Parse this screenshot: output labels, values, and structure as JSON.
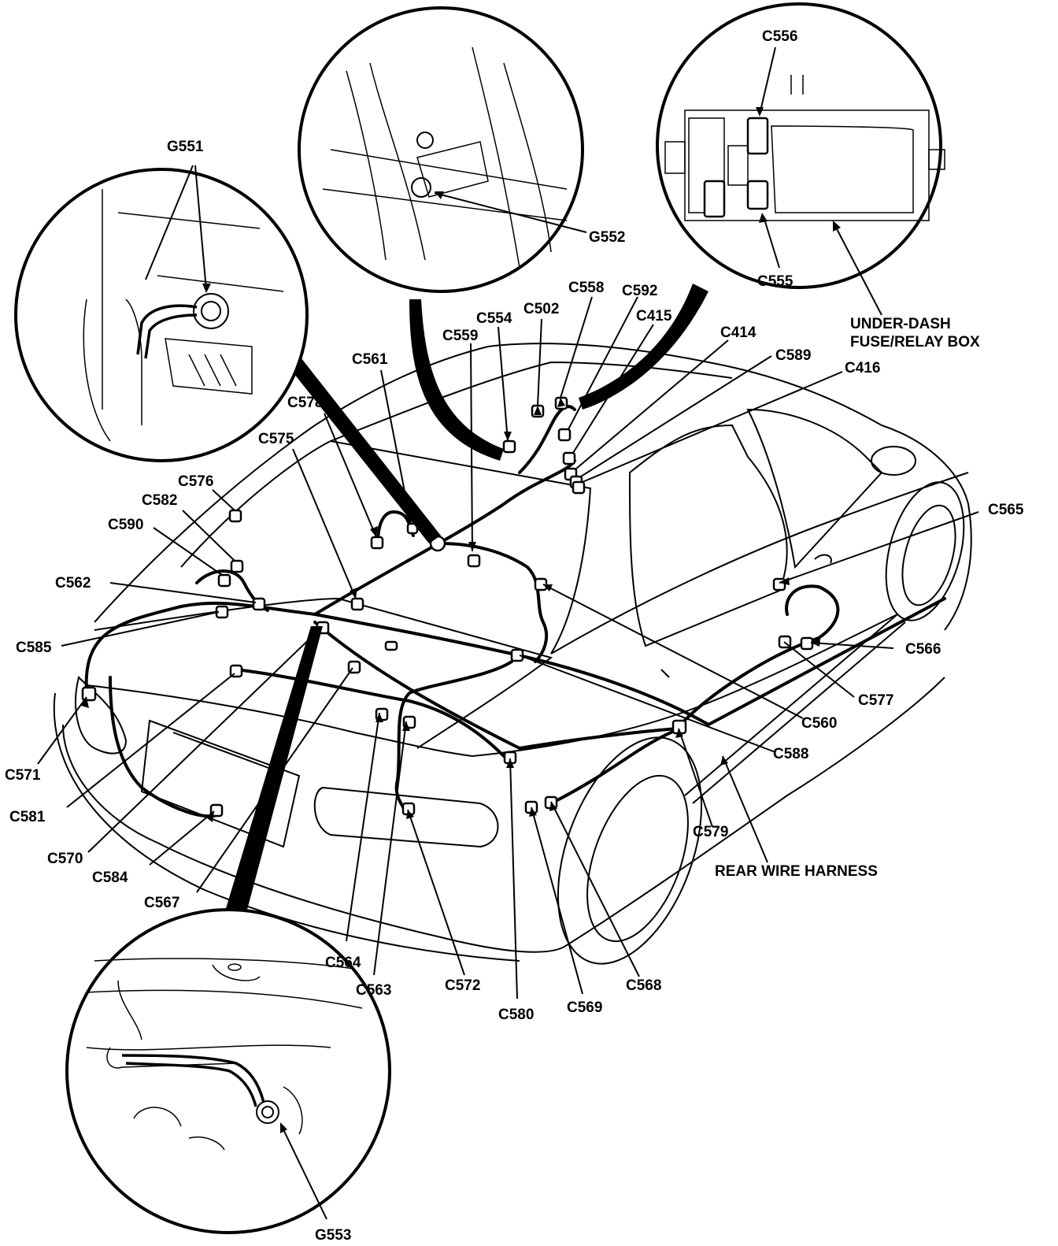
{
  "insets": {
    "g551": "G551",
    "g552": "G552",
    "g553": "G553",
    "c556": "C556",
    "c555": "C555",
    "fuse_box_line1": "UNDER-DASH",
    "fuse_box_line2": "FUSE/RELAY BOX"
  },
  "labels": {
    "c558": "C558",
    "c592": "C592",
    "c502": "C502",
    "c554": "C554",
    "c415": "C415",
    "c559": "C559",
    "c414": "C414",
    "c561": "C561",
    "c589": "C589",
    "c416": "C416",
    "c578": "C578",
    "c575": "C575",
    "c576": "C576",
    "c582": "C582",
    "c590": "C590",
    "c565": "C565",
    "c562": "C562",
    "c585": "C585",
    "c566": "C566",
    "c577": "C577",
    "c560": "C560",
    "c588": "C588",
    "c571": "C571",
    "c581": "C581",
    "c579": "C579",
    "c570": "C570",
    "c584": "C584",
    "c567": "C567",
    "c564": "C564",
    "c563": "C563",
    "c572": "C572",
    "c580": "C580",
    "c569": "C569",
    "c568": "C568",
    "rear_harness": "REAR WIRE HARNESS"
  }
}
